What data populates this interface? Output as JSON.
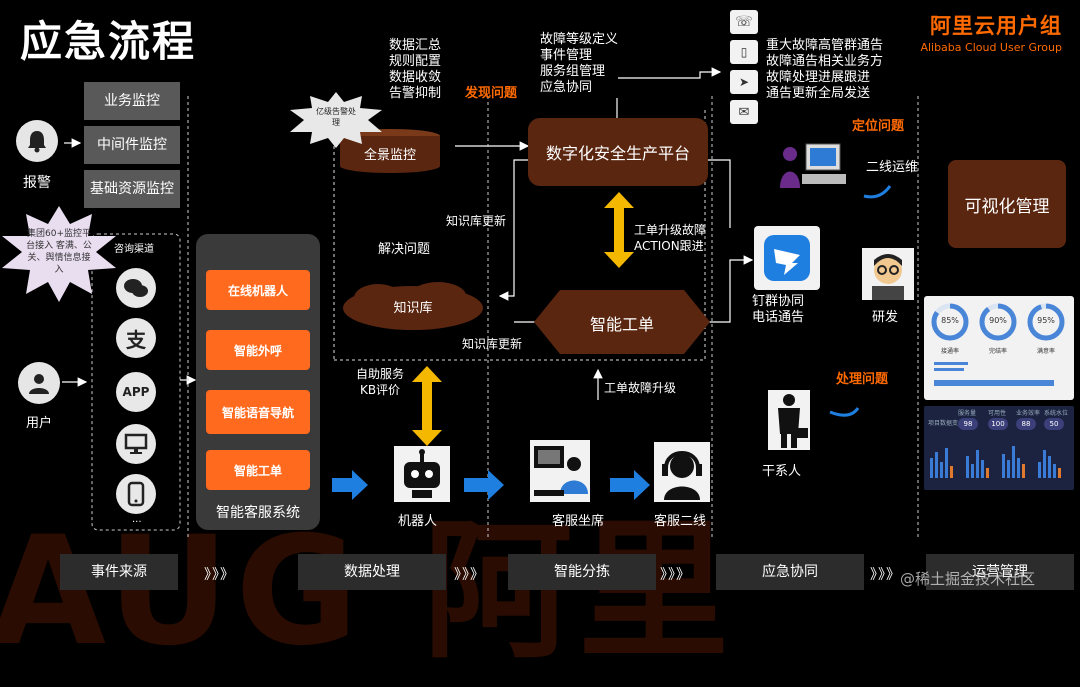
{
  "title": "应急流程",
  "brand": {
    "cn": "阿里云用户组",
    "en": "Alibaba Cloud User Group"
  },
  "watermark": "AUG 阿里",
  "alarm": {
    "label": "报警"
  },
  "monitors": [
    "业务监控",
    "中间件监控",
    "基础资源监控"
  ],
  "starburst_left": "集团60+监控平台接入 客满、公关、舆情信息接入",
  "starburst_mid": "亿级告警处理",
  "user": {
    "label": "用户"
  },
  "channels": {
    "title": "咨询渠道",
    "app": "APP",
    "more": "..."
  },
  "cs_system": {
    "title": "智能客服系统",
    "buttons": [
      "在线机器人",
      "智能外呼",
      "智能语音导航",
      "智能工单"
    ]
  },
  "data_process": [
    "数据汇总",
    "规则配置",
    "数据收敛",
    "告警抑制"
  ],
  "discover": "发现问题",
  "panorama": "全景监控",
  "event_mgmt": [
    "故障等级定义",
    "事件管理",
    "服务组管理",
    "应急协同"
  ],
  "platform": "数字化安全生产平台",
  "notify": [
    "重大故障高管群通告",
    "故障通告相关业务方",
    "故障处理进展跟进",
    "通告更新全局发送"
  ],
  "locate": "定位问题",
  "second_line_ops": "二线运维",
  "visual_mgmt": "可视化管理",
  "kb_update_1": "知识库更新",
  "solve": "解决问题",
  "kb": "知识库",
  "upgrade_action": [
    "工单升级故障",
    "ACTION跟进"
  ],
  "ticket": "智能工单",
  "kb_update_2": "知识库更新",
  "dingtalk": [
    "钉群协同",
    "电话通告"
  ],
  "rd": "研发",
  "self_service": [
    "自助服务",
    "KB评价"
  ],
  "ticket_upgrade": "工单故障升级",
  "handle": "处理问题",
  "stakeholder": "干系人",
  "robot": "机器人",
  "agent": "客服坐席",
  "second_line": "客服二线",
  "gauges": [
    {
      "value": "85%",
      "label": "接通率"
    },
    {
      "value": "90%",
      "label": "完结率"
    },
    {
      "value": "95%",
      "label": "满意率"
    }
  ],
  "dashboard": {
    "title": "项目数据变化",
    "cols": [
      "服务量",
      "可用性",
      "业务效率",
      "系统水位"
    ],
    "values": [
      "98",
      "100",
      "88",
      "50"
    ]
  },
  "bottom": [
    "事件来源",
    "数据处理",
    "智能分拣",
    "应急协同",
    "运营管理"
  ],
  "chevron": "》》》",
  "footer_watermark": "@稀土掘金技术社区",
  "colors": {
    "orange": "#ff6a00",
    "brown": "#5a2610",
    "yellow": "#f5b800",
    "blue": "#1f7fe0"
  }
}
